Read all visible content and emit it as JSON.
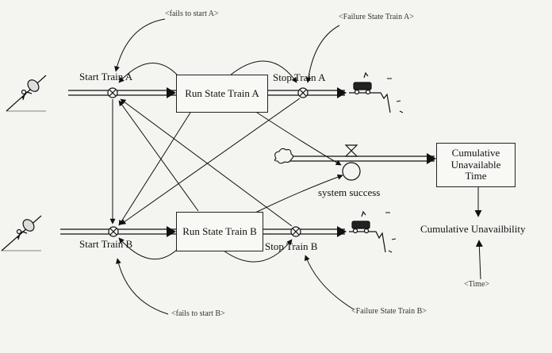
{
  "diagram": {
    "labels": {
      "fails_to_start_a": "<fails to start A>",
      "failure_state_train_a": "<Failure State Train A>",
      "start_train_a": "Start Train A",
      "run_state_train_a": "Run State Train A",
      "stop_train_a": "Stop Train A",
      "cumulative_unavailable_time": "Cumulative Unavailable Time",
      "system_success": "system success",
      "run_state_train_b": "Run State Train B",
      "stop_train_b": "Stop Train B",
      "start_train_b": "Start Train B",
      "cumulative_unavailability": "Cumulative Unavailbility",
      "time": "<Time>",
      "fails_to_start_b": "<fails to start B>",
      "failure_state_train_b": "<Failure State Train B>"
    }
  }
}
